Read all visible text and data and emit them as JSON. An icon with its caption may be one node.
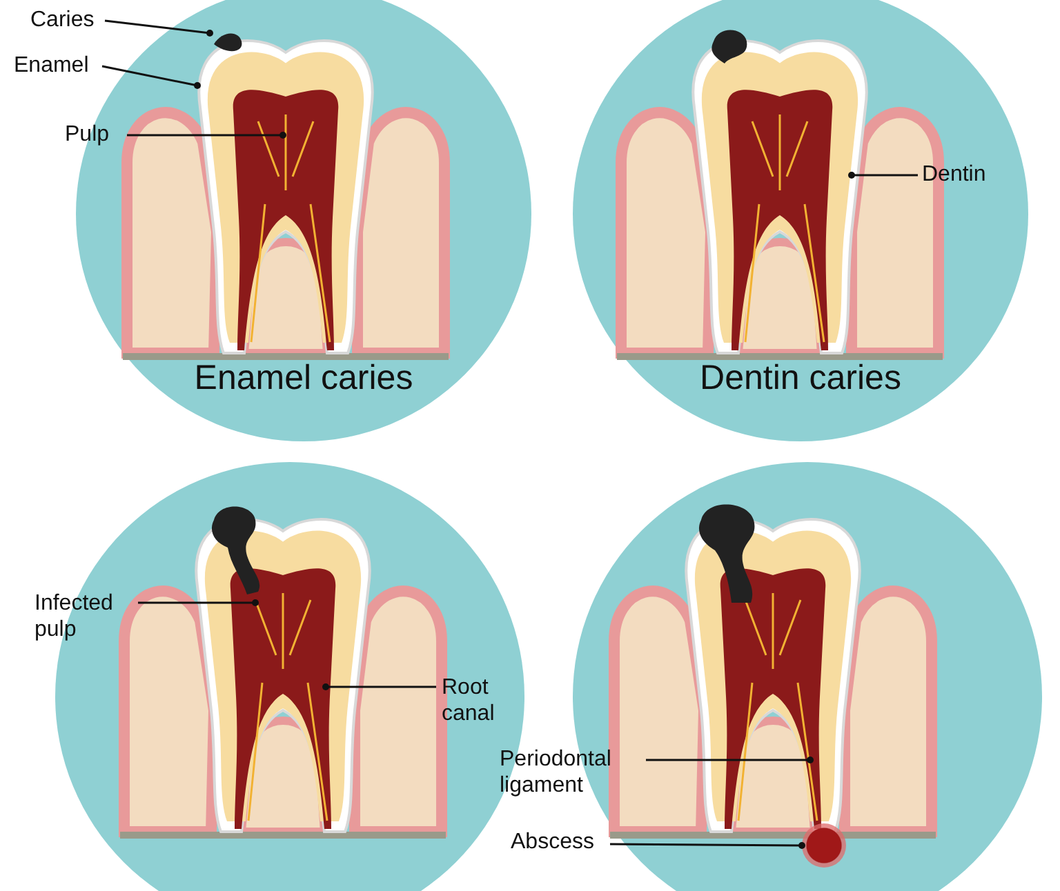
{
  "diagram": {
    "nodes": [
      {
        "text": [
          "Enamel caries"
        ]
      },
      {
        "text": [
          "Caries"
        ]
      },
      {
        "text": [
          "Enamel"
        ]
      },
      {
        "text": [
          "Pulp"
        ]
      },
      {
        "text": [
          "Dentin caries"
        ]
      },
      {
        "text": [
          "Dentin"
        ],
        "in": 4
      },
      {
        "text": [],
        "shape": "circle"
      },
      {
        "text": [
          "Infected pulp"
        ]
      },
      {
        "text": [
          "Root canal"
        ],
        "in": 6
      },
      {
        "text": [],
        "shape": "circle"
      },
      {
        "text": [
          "Periodontal ligament"
        ]
      },
      {
        "text": [
          "Abscess"
        ]
      },
      {
        "text": [],
        "shape": "circle",
        "in": 9
      }
    ],
    "edges": [
      {
        "from": 1,
        "to": 0,
        "arrow": "other"
      },
      {
        "from": 2,
        "to": 0,
        "arrow": "other"
      },
      {
        "from": 3,
        "to": 0,
        "arrow": "other"
      },
      {
        "from": 5,
        "to": 4,
        "arrow": "other"
      },
      {
        "from": 7,
        "to": 6,
        "arrow": "other"
      },
      {
        "from": 8,
        "to": 6,
        "arrow": "other"
      },
      {
        "from": 10,
        "to": 9,
        "arrow": "other"
      },
      {
        "from": 11,
        "to": 12,
        "arrow": "other"
      }
    ]
  }
}
